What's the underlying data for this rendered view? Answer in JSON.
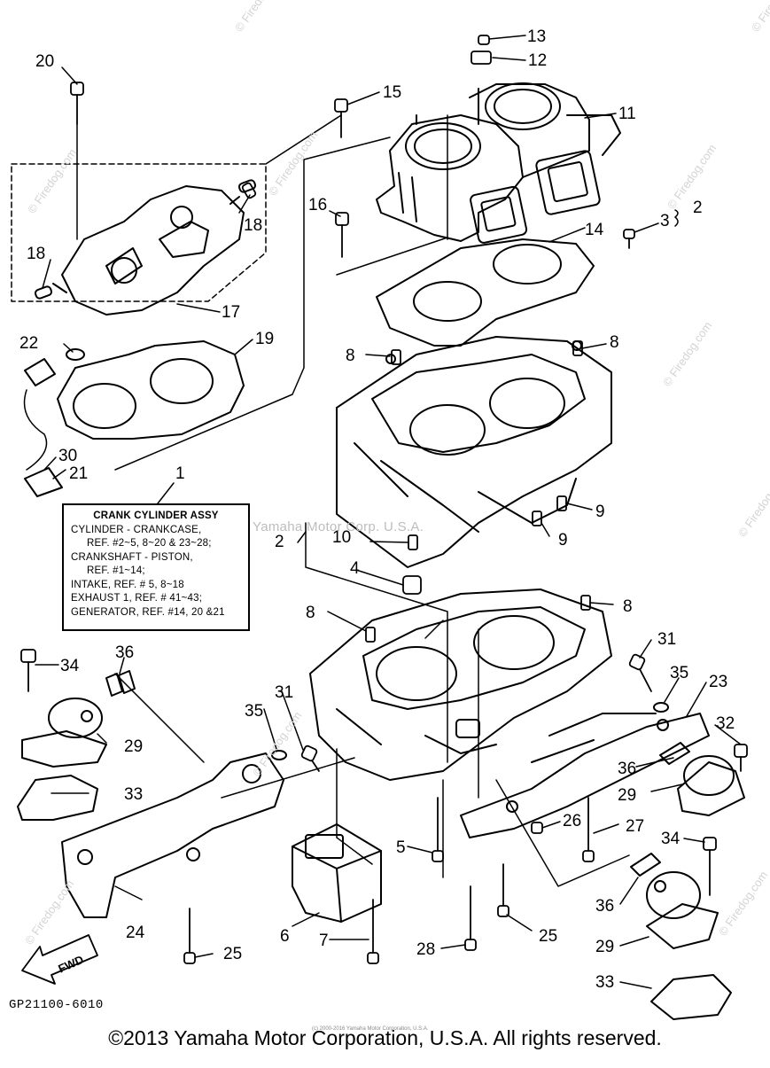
{
  "diagram_code": "GP21100-6010",
  "copyright": "©2013 Yamaha Motor Corporation, U.S.A. All rights reserved.",
  "fine_print": "(c) 2000-2016 Yamaha Motor Corporation, U.S.A.",
  "watermark_center": "Yamaha Motor Corp. U.S.A.",
  "watermark_tiles": [
    "© Firedog.com",
    "© Firedog.com",
    "© Firedog.com",
    "© Firedog.com",
    "© Firedog.com",
    "© Firedog.com",
    "© Firedog.com",
    "© Firedog.com",
    "© Firedog.com",
    "© Firedog.com"
  ],
  "legend": {
    "title": "CRANK CYLINDER ASSY",
    "l1": "CYLINDER - CRANKCASE,",
    "l2": "REF. #2~5, 8~20 & 23~28;",
    "l3": "CRANKSHAFT - PISTON,",
    "l4": "REF. #1~14;",
    "l5": "INTAKE, REF. # 5, 8~18",
    "l6": "EXHAUST 1, REF. # 41~43;",
    "l7": "GENERATOR, REF. #14, 20 &21"
  },
  "fwd_label": "FWD",
  "callouts": {
    "c20": "20",
    "c13": "13",
    "c12": "12",
    "c15": "15",
    "c11": "11",
    "c18a": "18",
    "c18b": "18",
    "c16": "16",
    "c14": "14",
    "c3": "3",
    "c2a": "2",
    "c17": "17",
    "c22": "22",
    "c19": "19",
    "c8a": "8",
    "c8b": "8",
    "c30": "30",
    "c21": "21",
    "c1": "1",
    "c9a": "9",
    "c9b": "9",
    "c2b": "2",
    "c10": "10",
    "c4": "4",
    "c8c": "8",
    "c8d": "8",
    "c34a": "34",
    "c36a": "36",
    "c31a": "31",
    "c31b": "31",
    "c35a": "35",
    "c35b": "35",
    "c23": "23",
    "c29a": "29",
    "c32": "32",
    "c33a": "33",
    "c36b": "36",
    "c29b": "29",
    "c26": "26",
    "c27": "27",
    "c5": "5",
    "c34b": "34",
    "c24": "24",
    "c6": "6",
    "c7": "7",
    "c28": "28",
    "c25a": "25",
    "c25b": "25",
    "c36c": "36",
    "c29c": "29",
    "c25c": "25",
    "c33b": "33"
  }
}
